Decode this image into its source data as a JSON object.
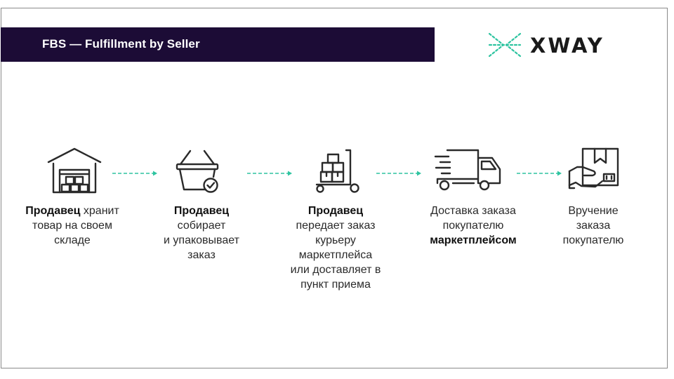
{
  "slide": {
    "title": "FBS — Fulfillment by Seller",
    "logo_text": "XWAY",
    "accent_color": "#2ec4a0",
    "title_bar_color": "#1c0c36"
  },
  "steps": [
    {
      "icon": "warehouse-icon",
      "lines": [
        [
          "Продавец",
          " хранит"
        ],
        [
          "",
          "товар на своем"
        ],
        [
          "",
          "складе"
        ]
      ]
    },
    {
      "icon": "basket-check-icon",
      "lines": [
        [
          "Продавец",
          ""
        ],
        [
          "",
          "собирает"
        ],
        [
          "",
          "и упаковывает"
        ],
        [
          "",
          "заказ"
        ]
      ]
    },
    {
      "icon": "hand-truck-boxes-icon",
      "lines": [
        [
          "Продавец",
          ""
        ],
        [
          "",
          "передает заказ"
        ],
        [
          "",
          "курьеру"
        ],
        [
          "",
          "маркетплейса"
        ],
        [
          "",
          "или доставляет в"
        ],
        [
          "",
          "пункт приема"
        ]
      ]
    },
    {
      "icon": "delivery-truck-icon",
      "lines": [
        [
          "",
          "Доставка заказа"
        ],
        [
          "",
          "покупателю"
        ],
        [
          "маркетплейсом",
          ""
        ]
      ]
    },
    {
      "icon": "hand-package-icon",
      "lines": [
        [
          "",
          "Вручение"
        ],
        [
          "",
          "заказа"
        ],
        [
          "",
          "покупателю"
        ]
      ]
    }
  ]
}
